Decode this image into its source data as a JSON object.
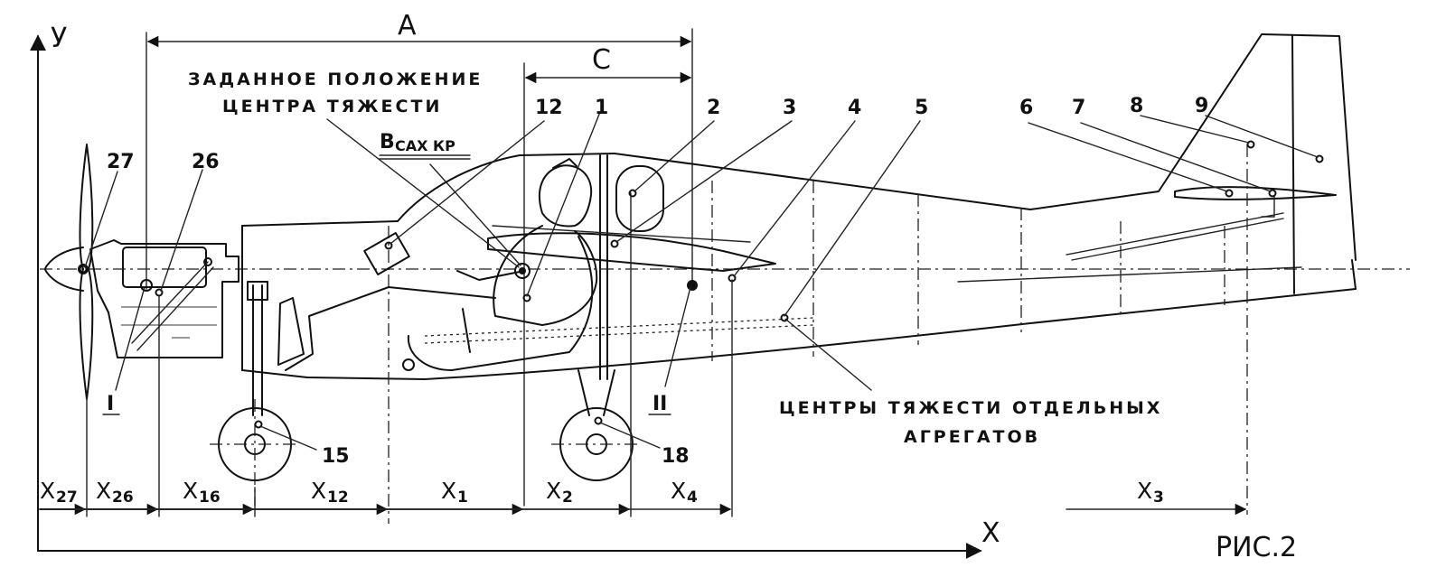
{
  "axes": {
    "y_label": "У",
    "x_label": "X"
  },
  "dims": {
    "a": "A",
    "c": "C"
  },
  "cg_caption": {
    "line1": "ЗАДАННОЕ ПОЛОЖЕНИЕ",
    "line2": "ЦЕНТРА ТЯЖЕСТИ"
  },
  "mac_label": {
    "main": "В",
    "sub": "САХ КР"
  },
  "units_caption": {
    "line1": "ЦЕНТРЫ ТЯЖЕСТИ ОТДЕЛЬНЫХ",
    "line2": "АГРЕГАТОВ"
  },
  "figure_label": "РИС.2",
  "frames": {
    "i": "I",
    "ii": "II"
  },
  "callouts": [
    "27",
    "26",
    "12",
    "1",
    "2",
    "3",
    "4",
    "5",
    "6",
    "7",
    "8",
    "9",
    "15",
    "18"
  ],
  "xdims": [
    {
      "main": "X",
      "sub": "27"
    },
    {
      "main": "X",
      "sub": "26"
    },
    {
      "main": "X",
      "sub": "16"
    },
    {
      "main": "X",
      "sub": "12"
    },
    {
      "main": "X",
      "sub": "1"
    },
    {
      "main": "X",
      "sub": "2"
    },
    {
      "main": "X",
      "sub": "4"
    },
    {
      "main": "X",
      "sub": "3"
    }
  ],
  "colors": {
    "ink": "#111111",
    "paper": "#ffffff"
  }
}
